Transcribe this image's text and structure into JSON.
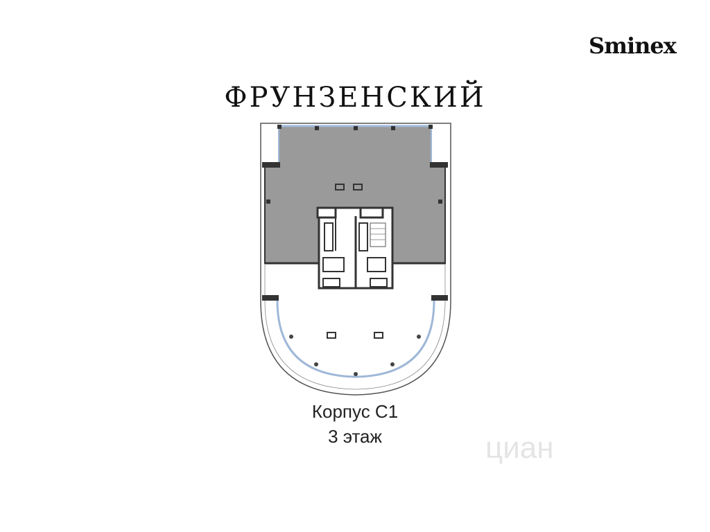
{
  "brand": {
    "name": "Sminex"
  },
  "title": "ФРУНЗЕНСКИЙ",
  "plan": {
    "building": "Корпус С1",
    "floor": "3 этаж",
    "fill_color": "#9a9a9a",
    "wall_color": "#333333",
    "glass_color": "#9fb8d8"
  },
  "watermark": {
    "text": "циан"
  }
}
